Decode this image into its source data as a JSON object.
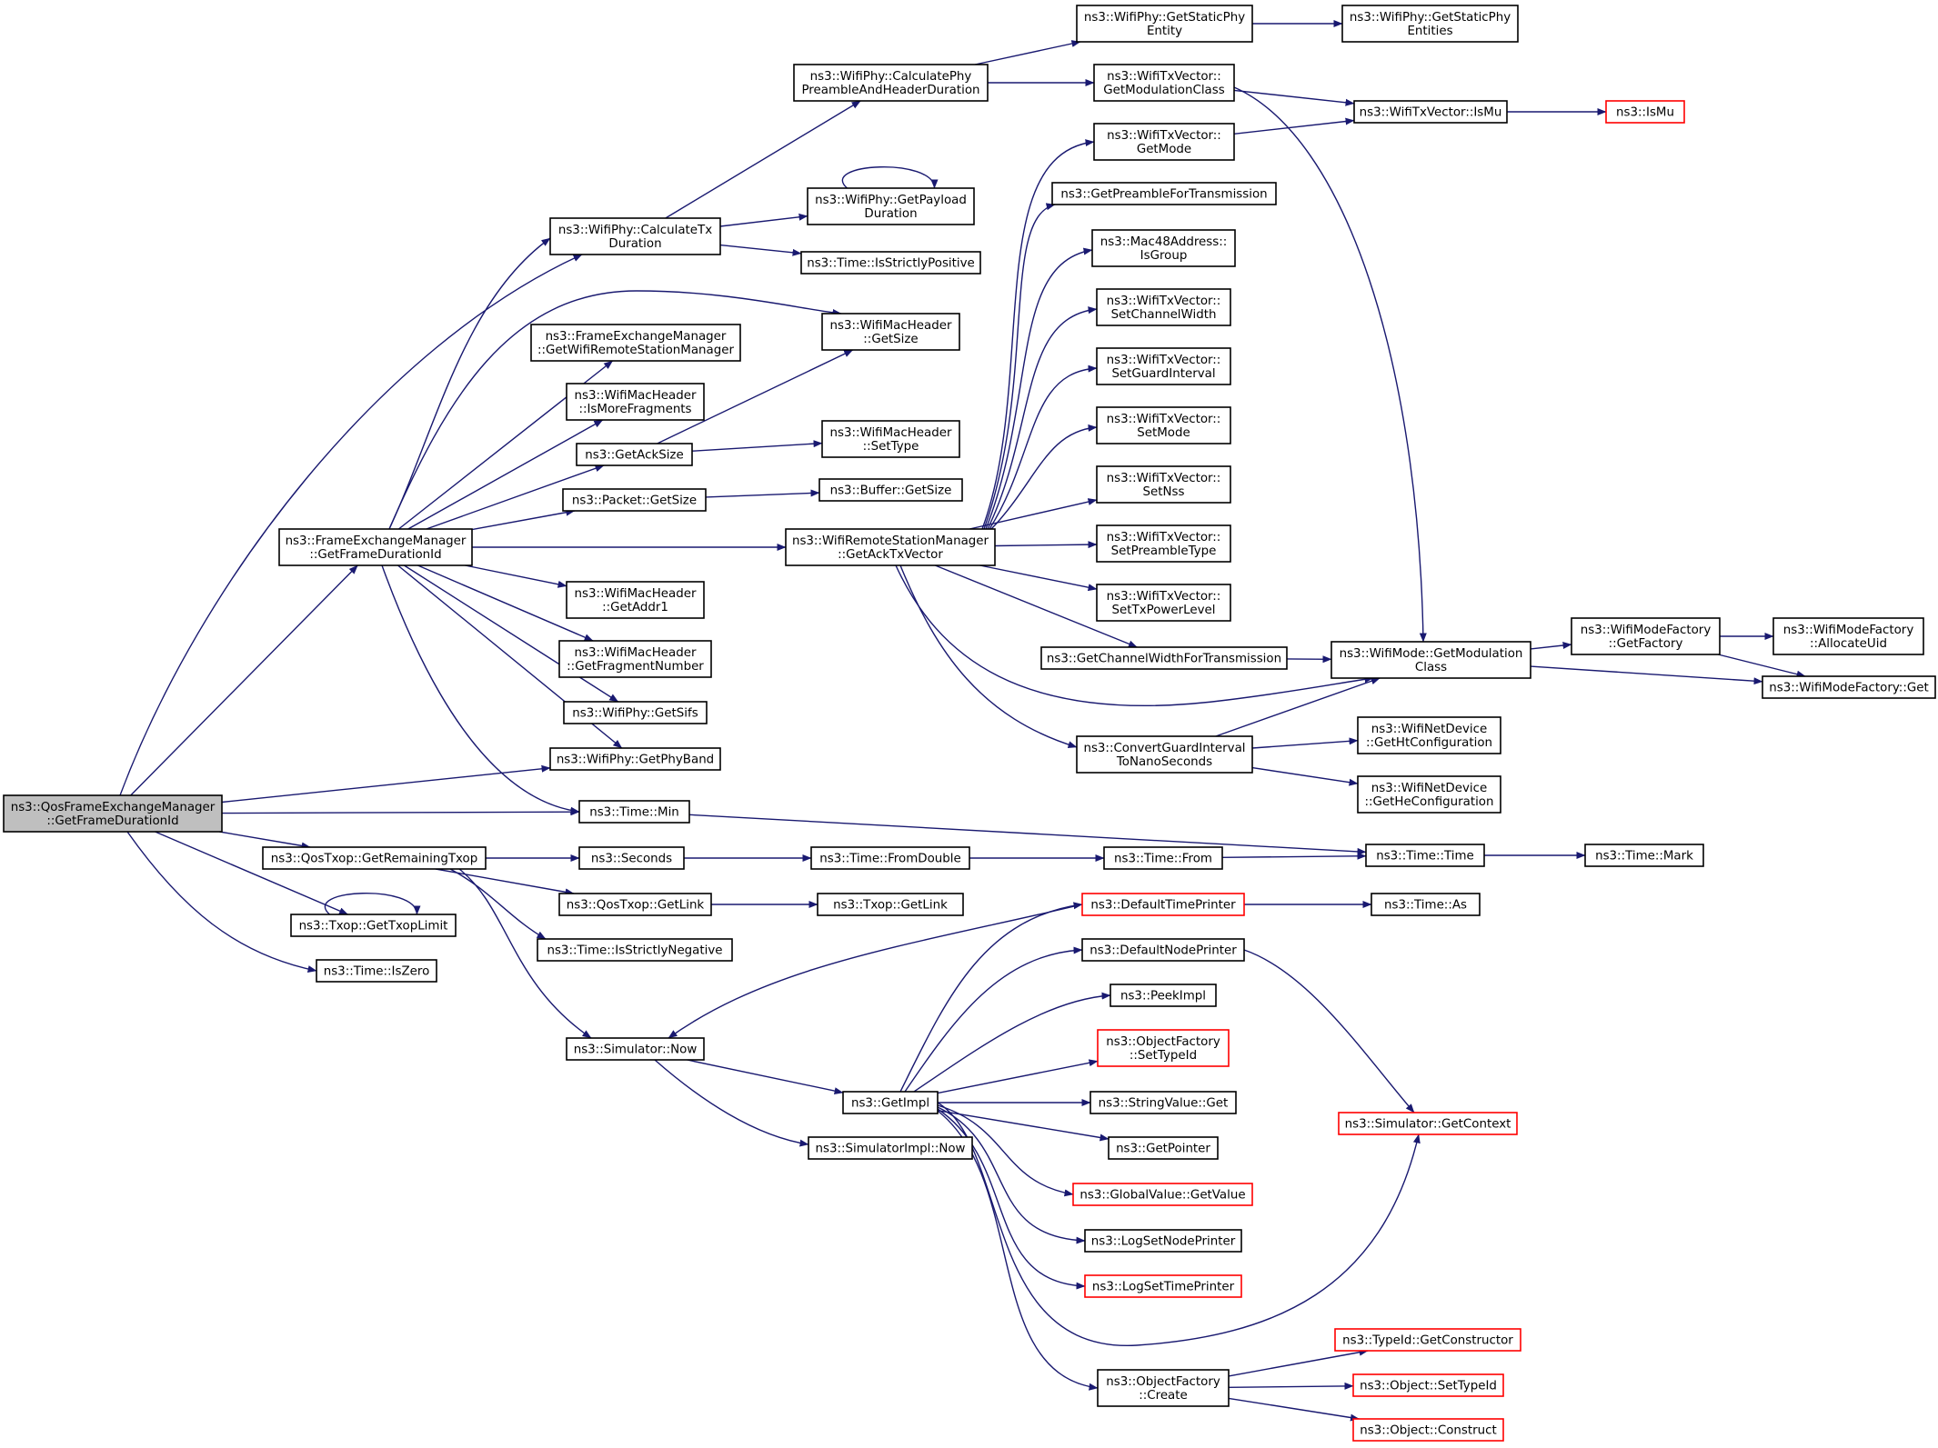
{
  "colors": {
    "edge": "#191970",
    "focus_fill": "#bfbfbf",
    "truncated_border": "#ff0000",
    "node_border": "#000000"
  },
  "nodes": [
    {
      "id": "qos_gfd",
      "lines": [
        "ns3::QosFrameExchangeManager",
        "::GetFrameDurationId"
      ],
      "style": "focus"
    },
    {
      "id": "fem_gfd",
      "lines": [
        "ns3::FrameExchangeManager",
        "::GetFrameDurationId"
      ]
    },
    {
      "id": "qtxop_grt",
      "lines": [
        "ns3::QosTxop::GetRemainingTxop"
      ]
    },
    {
      "id": "txop_gtl",
      "lines": [
        "ns3::Txop::GetTxopLimit"
      ]
    },
    {
      "id": "time_iszero",
      "lines": [
        "ns3::Time::IsZero"
      ]
    },
    {
      "id": "phy_ctd",
      "lines": [
        "ns3::WifiPhy::CalculateTx",
        "Duration"
      ]
    },
    {
      "id": "fem_gwrsm",
      "lines": [
        "ns3::FrameExchangeManager",
        "::GetWifiRemoteStationManager"
      ]
    },
    {
      "id": "mh_imf",
      "lines": [
        "ns3::WifiMacHeader",
        "::IsMoreFragments"
      ]
    },
    {
      "id": "getacksize",
      "lines": [
        "ns3::GetAckSize"
      ]
    },
    {
      "id": "packet_gs",
      "lines": [
        "ns3::Packet::GetSize"
      ]
    },
    {
      "id": "mh_ga1",
      "lines": [
        "ns3::WifiMacHeader",
        "::GetAddr1"
      ]
    },
    {
      "id": "mh_gfn",
      "lines": [
        "ns3::WifiMacHeader",
        "::GetFragmentNumber"
      ]
    },
    {
      "id": "phy_gsifs",
      "lines": [
        "ns3::WifiPhy::GetSifs"
      ]
    },
    {
      "id": "phy_gpb",
      "lines": [
        "ns3::WifiPhy::GetPhyBand"
      ]
    },
    {
      "id": "time_min",
      "lines": [
        "ns3::Time::Min"
      ]
    },
    {
      "id": "seconds",
      "lines": [
        "ns3::Seconds"
      ]
    },
    {
      "id": "qtxop_gl",
      "lines": [
        "ns3::QosTxop::GetLink"
      ]
    },
    {
      "id": "time_isn",
      "lines": [
        "ns3::Time::IsStrictlyNegative"
      ]
    },
    {
      "id": "sim_now",
      "lines": [
        "ns3::Simulator::Now"
      ]
    },
    {
      "id": "phy_cphd",
      "lines": [
        "ns3::WifiPhy::CalculatePhy",
        "PreambleAndHeaderDuration"
      ]
    },
    {
      "id": "phy_gpd",
      "lines": [
        "ns3::WifiPhy::GetPayload",
        "Duration"
      ]
    },
    {
      "id": "time_isp",
      "lines": [
        "ns3::Time::IsStrictlyPositive"
      ]
    },
    {
      "id": "mh_gsize",
      "lines": [
        "ns3::WifiMacHeader",
        "::GetSize"
      ]
    },
    {
      "id": "mh_settype",
      "lines": [
        "ns3::WifiMacHeader",
        "::SetType"
      ]
    },
    {
      "id": "buffer_gs",
      "lines": [
        "ns3::Buffer::GetSize"
      ]
    },
    {
      "id": "rsm_gatv",
      "lines": [
        "ns3::WifiRemoteStationManager",
        "::GetAckTxVector"
      ]
    },
    {
      "id": "time_fd",
      "lines": [
        "ns3::Time::FromDouble"
      ]
    },
    {
      "id": "txop_gl",
      "lines": [
        "ns3::Txop::GetLink"
      ]
    },
    {
      "id": "getimpl",
      "lines": [
        "ns3::GetImpl"
      ]
    },
    {
      "id": "simimpl_now",
      "lines": [
        "ns3::SimulatorImpl::Now"
      ]
    },
    {
      "id": "phy_gspe",
      "lines": [
        "ns3::WifiPhy::GetStaticPhy",
        "Entity"
      ]
    },
    {
      "id": "phy_gspes",
      "lines": [
        "ns3::WifiPhy::GetStaticPhy",
        "Entities"
      ]
    },
    {
      "id": "tv_gmc",
      "lines": [
        "ns3::WifiTxVector::",
        "GetModulationClass"
      ]
    },
    {
      "id": "tv_ismu",
      "lines": [
        "ns3::WifiTxVector::IsMu"
      ]
    },
    {
      "id": "ismu",
      "lines": [
        "ns3::IsMu"
      ],
      "style": "red"
    },
    {
      "id": "tv_getmode",
      "lines": [
        "ns3::WifiTxVector::",
        "GetMode"
      ]
    },
    {
      "id": "gpft",
      "lines": [
        "ns3::GetPreambleForTransmission"
      ]
    },
    {
      "id": "mac48_ig",
      "lines": [
        "ns3::Mac48Address::",
        "IsGroup"
      ]
    },
    {
      "id": "tv_scw",
      "lines": [
        "ns3::WifiTxVector::",
        "SetChannelWidth"
      ]
    },
    {
      "id": "tv_sgi",
      "lines": [
        "ns3::WifiTxVector::",
        "SetGuardInterval"
      ]
    },
    {
      "id": "tv_setmode",
      "lines": [
        "ns3::WifiTxVector::",
        "SetMode"
      ]
    },
    {
      "id": "tv_setnss",
      "lines": [
        "ns3::WifiTxVector::",
        "SetNss"
      ]
    },
    {
      "id": "tv_spt",
      "lines": [
        "ns3::WifiTxVector::",
        "SetPreambleType"
      ]
    },
    {
      "id": "tv_stpl",
      "lines": [
        "ns3::WifiTxVector::",
        "SetTxPowerLevel"
      ]
    },
    {
      "id": "gcwft",
      "lines": [
        "ns3::GetChannelWidthForTransmission"
      ]
    },
    {
      "id": "cgitns",
      "lines": [
        "ns3::ConvertGuardInterval",
        "ToNanoSeconds"
      ]
    },
    {
      "id": "mode_gmc",
      "lines": [
        "ns3::WifiMode::GetModulation",
        "Class"
      ]
    },
    {
      "id": "mf_gf",
      "lines": [
        "ns3::WifiModeFactory",
        "::GetFactory"
      ]
    },
    {
      "id": "mf_au",
      "lines": [
        "ns3::WifiModeFactory",
        "::AllocateUid"
      ]
    },
    {
      "id": "mf_get",
      "lines": [
        "ns3::WifiModeFactory::Get"
      ]
    },
    {
      "id": "nd_ghtc",
      "lines": [
        "ns3::WifiNetDevice",
        "::GetHtConfiguration"
      ]
    },
    {
      "id": "nd_ghec",
      "lines": [
        "ns3::WifiNetDevice",
        "::GetHeConfiguration"
      ]
    },
    {
      "id": "time_from",
      "lines": [
        "ns3::Time::From"
      ]
    },
    {
      "id": "time_time",
      "lines": [
        "ns3::Time::Time"
      ]
    },
    {
      "id": "time_mark",
      "lines": [
        "ns3::Time::Mark"
      ]
    },
    {
      "id": "dtp",
      "lines": [
        "ns3::DefaultTimePrinter"
      ],
      "style": "red"
    },
    {
      "id": "time_as",
      "lines": [
        "ns3::Time::As"
      ]
    },
    {
      "id": "dnp",
      "lines": [
        "ns3::DefaultNodePrinter"
      ]
    },
    {
      "id": "peekimpl",
      "lines": [
        "ns3::PeekImpl"
      ]
    },
    {
      "id": "of_sti",
      "lines": [
        "ns3::ObjectFactory",
        "::SetTypeId"
      ],
      "style": "red"
    },
    {
      "id": "sv_get",
      "lines": [
        "ns3::StringValue::Get"
      ]
    },
    {
      "id": "getpointer",
      "lines": [
        "ns3::GetPointer"
      ]
    },
    {
      "id": "gv_gv",
      "lines": [
        "ns3::GlobalValue::GetValue"
      ],
      "style": "red"
    },
    {
      "id": "lsnp",
      "lines": [
        "ns3::LogSetNodePrinter"
      ]
    },
    {
      "id": "lstp",
      "lines": [
        "ns3::LogSetTimePrinter"
      ],
      "style": "red"
    },
    {
      "id": "sim_gc",
      "lines": [
        "ns3::Simulator::GetContext"
      ],
      "style": "red"
    },
    {
      "id": "of_create",
      "lines": [
        "ns3::ObjectFactory",
        "::Create"
      ]
    },
    {
      "id": "tid_gc",
      "lines": [
        "ns3::TypeId::GetConstructor"
      ],
      "style": "red"
    },
    {
      "id": "obj_sti",
      "lines": [
        "ns3::Object::SetTypeId"
      ],
      "style": "red"
    },
    {
      "id": "obj_construct",
      "lines": [
        "ns3::Object::Construct"
      ],
      "style": "red"
    }
  ],
  "edges": [
    [
      "qos_gfd",
      "phy_ctd"
    ],
    [
      "qos_gfd",
      "fem_gfd"
    ],
    [
      "qos_gfd",
      "phy_gpb"
    ],
    [
      "qos_gfd",
      "time_min"
    ],
    [
      "qos_gfd",
      "qtxop_grt"
    ],
    [
      "qos_gfd",
      "txop_gtl"
    ],
    [
      "qos_gfd",
      "time_iszero"
    ],
    [
      "fem_gfd",
      "phy_ctd"
    ],
    [
      "fem_gfd",
      "mh_gsize"
    ],
    [
      "fem_gfd",
      "fem_gwrsm"
    ],
    [
      "fem_gfd",
      "mh_imf"
    ],
    [
      "fem_gfd",
      "getacksize"
    ],
    [
      "fem_gfd",
      "packet_gs"
    ],
    [
      "fem_gfd",
      "rsm_gatv"
    ],
    [
      "fem_gfd",
      "mh_ga1"
    ],
    [
      "fem_gfd",
      "mh_gfn"
    ],
    [
      "fem_gfd",
      "phy_gsifs"
    ],
    [
      "fem_gfd",
      "phy_gpb"
    ],
    [
      "fem_gfd",
      "time_min"
    ],
    [
      "phy_ctd",
      "phy_cphd"
    ],
    [
      "phy_ctd",
      "phy_gpd"
    ],
    [
      "phy_ctd",
      "time_isp"
    ],
    [
      "phy_gpd",
      "phy_gpd"
    ],
    [
      "phy_cphd",
      "phy_gspe"
    ],
    [
      "phy_cphd",
      "tv_gmc"
    ],
    [
      "phy_gspe",
      "phy_gspes"
    ],
    [
      "tv_gmc",
      "tv_ismu"
    ],
    [
      "tv_gmc",
      "mode_gmc"
    ],
    [
      "tv_getmode",
      "tv_ismu"
    ],
    [
      "tv_ismu",
      "ismu"
    ],
    [
      "getacksize",
      "mh_gsize"
    ],
    [
      "getacksize",
      "mh_settype"
    ],
    [
      "packet_gs",
      "buffer_gs"
    ],
    [
      "rsm_gatv",
      "tv_getmode"
    ],
    [
      "rsm_gatv",
      "gpft"
    ],
    [
      "rsm_gatv",
      "mac48_ig"
    ],
    [
      "rsm_gatv",
      "tv_scw"
    ],
    [
      "rsm_gatv",
      "tv_sgi"
    ],
    [
      "rsm_gatv",
      "tv_setmode"
    ],
    [
      "rsm_gatv",
      "tv_setnss"
    ],
    [
      "rsm_gatv",
      "tv_spt"
    ],
    [
      "rsm_gatv",
      "tv_stpl"
    ],
    [
      "rsm_gatv",
      "gcwft"
    ],
    [
      "rsm_gatv",
      "mode_gmc"
    ],
    [
      "rsm_gatv",
      "cgitns"
    ],
    [
      "gcwft",
      "mode_gmc"
    ],
    [
      "cgitns",
      "mode_gmc"
    ],
    [
      "cgitns",
      "nd_ghtc"
    ],
    [
      "cgitns",
      "nd_ghec"
    ],
    [
      "mode_gmc",
      "mf_gf"
    ],
    [
      "mode_gmc",
      "mf_get"
    ],
    [
      "mf_gf",
      "mf_au"
    ],
    [
      "mf_gf",
      "mf_get"
    ],
    [
      "time_min",
      "time_time"
    ],
    [
      "qtxop_grt",
      "seconds"
    ],
    [
      "qtxop_grt",
      "qtxop_gl"
    ],
    [
      "qtxop_grt",
      "time_isn"
    ],
    [
      "qtxop_grt",
      "sim_now"
    ],
    [
      "txop_gtl",
      "txop_gtl"
    ],
    [
      "seconds",
      "time_fd"
    ],
    [
      "time_fd",
      "time_from"
    ],
    [
      "time_from",
      "time_time"
    ],
    [
      "time_time",
      "time_mark"
    ],
    [
      "qtxop_gl",
      "txop_gl"
    ],
    [
      "sim_now",
      "getimpl"
    ],
    [
      "sim_now",
      "simimpl_now"
    ],
    [
      "dtp",
      "sim_now"
    ],
    [
      "dtp",
      "time_as"
    ],
    [
      "dnp",
      "sim_gc"
    ],
    [
      "getimpl",
      "dtp"
    ],
    [
      "getimpl",
      "dnp"
    ],
    [
      "getimpl",
      "peekimpl"
    ],
    [
      "getimpl",
      "of_sti"
    ],
    [
      "getimpl",
      "sv_get"
    ],
    [
      "getimpl",
      "getpointer"
    ],
    [
      "getimpl",
      "gv_gv"
    ],
    [
      "getimpl",
      "lsnp"
    ],
    [
      "getimpl",
      "lstp"
    ],
    [
      "getimpl",
      "sim_gc"
    ],
    [
      "getimpl",
      "of_create"
    ],
    [
      "of_create",
      "tid_gc"
    ],
    [
      "of_create",
      "obj_sti"
    ],
    [
      "of_create",
      "obj_construct"
    ]
  ]
}
